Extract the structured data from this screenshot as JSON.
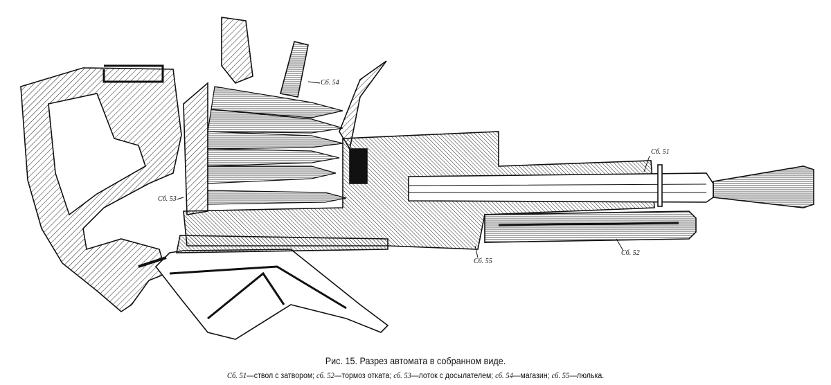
{
  "figure": {
    "title": "Рис. 15. Разрез автомата в собранном виде.",
    "legend": [
      {
        "code": "Сб. 51",
        "text": "—ствол с затвором;"
      },
      {
        "code": "сб. 52",
        "text": "—тормоз отката;"
      },
      {
        "code": "сб. 53",
        "text": "—лоток с досылателем;"
      },
      {
        "code": "сб. 54",
        "text": "—магазин;"
      },
      {
        "code": "сб. 55",
        "text": "—люлька."
      }
    ]
  },
  "labels": {
    "sb51": "Сб. 51",
    "sb52": "Сб. 52",
    "sb53": "Сб. 53",
    "sb54": "Сб. 54",
    "sb55": "Сб. 55"
  }
}
